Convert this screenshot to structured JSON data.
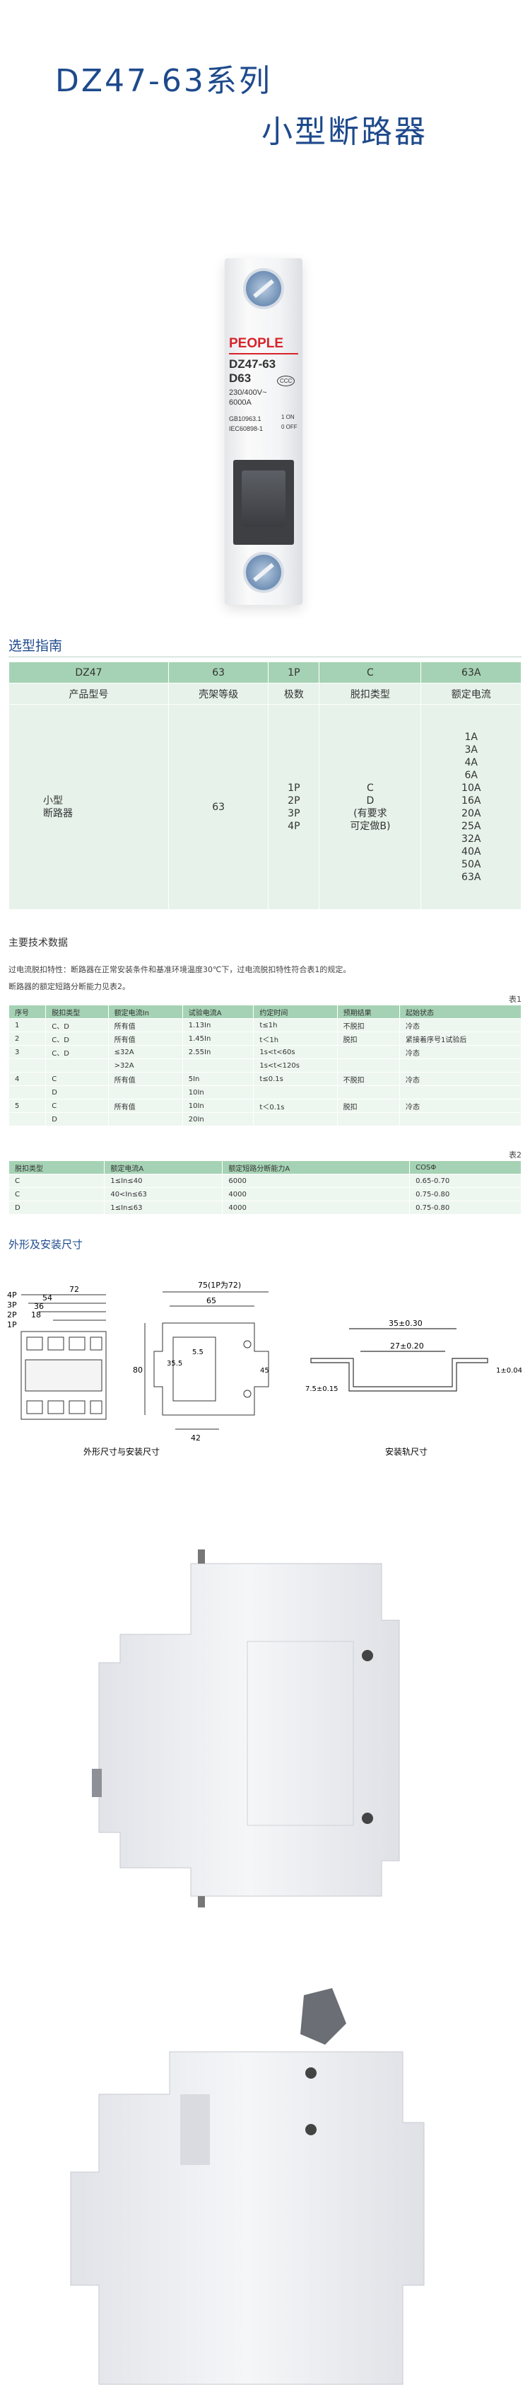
{
  "header": {
    "title_line1": "DZ47-63系列",
    "title_line2": "小型断路器"
  },
  "product": {
    "brand": "PEOPLE",
    "model": "DZ47-63",
    "rating": "D63",
    "voltage": "230/400V~",
    "capacity": "6000A",
    "standard1": "GB10963.1",
    "standard2": "IEC60898-1",
    "on_label": "1 ON",
    "off_label": "0 OFF",
    "cert": "CCC"
  },
  "selection": {
    "title": "选型指南",
    "header_codes": [
      "DZ47",
      "63",
      "1P",
      "C",
      "63A"
    ],
    "header_names": [
      "产品型号",
      "壳架等级",
      "极数",
      "脱扣类型",
      "额定电流"
    ],
    "row": {
      "product": "小型\n断路器",
      "frame": "63",
      "poles": "1P\n2P\n3P\n4P",
      "trip": "C\nD\n(有要求\n可定做B)",
      "current": "1A\n3A\n4A\n6A\n10A\n16A\n20A\n25A\n32A\n40A\n50A\n63A"
    }
  },
  "tech": {
    "title": "主要技术数据",
    "para1": "过电流脱扣特性：断路器在正常安装条件和基准环境温度30℃下，过电流脱扣特性符合表1的规定。",
    "para2": "断路器的额定短路分断能力见表2。",
    "table1_tag": "表1",
    "table1": {
      "headers": [
        "序号",
        "脱扣类型",
        "额定电流In",
        "试验电流A",
        "约定时间",
        "预期结果",
        "起始状态"
      ],
      "rows": [
        [
          "1",
          "C、D",
          "所有值",
          "1.13In",
          "t≤1h",
          "不脱扣",
          "冷态"
        ],
        [
          "2",
          "C、D",
          "所有值",
          "1.45In",
          "t＜1h",
          "脱扣",
          "紧接着序号1试验后"
        ],
        [
          "3",
          "C、D",
          "≤32A",
          "2.55In",
          "1s<t<60s",
          "",
          "冷态"
        ],
        [
          "",
          "",
          ">32A",
          "",
          "1s<t<120s",
          "",
          ""
        ],
        [
          "4",
          "C",
          "所有值",
          "5In",
          "t≤0.1s",
          "不脱扣",
          "冷态"
        ],
        [
          "",
          "D",
          "",
          "10In",
          "",
          "",
          ""
        ],
        [
          "5",
          "C",
          "所有值",
          "10In",
          "t＜0.1s",
          "脱扣",
          "冷态"
        ],
        [
          "",
          "D",
          "",
          "20In",
          "",
          "",
          ""
        ]
      ]
    },
    "table2_tag": "表2",
    "table2": {
      "headers": [
        "脱扣类型",
        "额定电流A",
        "额定短路分断能力A",
        "COSΦ"
      ],
      "rows": [
        [
          "C",
          "1≤In≤40",
          "6000",
          "0.65-0.70"
        ],
        [
          "C",
          "40<In≤63",
          "4000",
          "0.75-0.80"
        ],
        [
          "D",
          "1≤In≤63",
          "4000",
          "0.75-0.80"
        ]
      ]
    }
  },
  "dimensions": {
    "title": "外形及安装尺寸",
    "caption_left": "外形尺寸与安装尺寸",
    "caption_right": "安装轨尺寸",
    "poles": [
      "4P",
      "3P",
      "2P",
      "1P"
    ],
    "widths": [
      "72",
      "54",
      "36",
      "18"
    ],
    "side": [
      "75(1P为72)",
      "65",
      "80",
      "35.5",
      "5.5",
      "45",
      "42"
    ],
    "rail": [
      "35±0.30",
      "27±0.20",
      "1±0.04",
      "7.5±0.15"
    ]
  }
}
